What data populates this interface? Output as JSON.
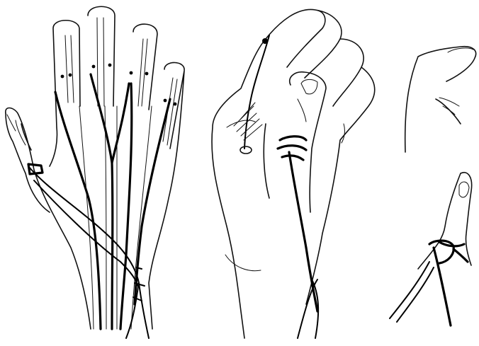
{
  "figure": {
    "panels": [
      {
        "id": "left",
        "subject": "dorsal-hand-tendon-transfer"
      },
      {
        "id": "middle",
        "subject": "hand-thumb-suture"
      },
      {
        "id": "right",
        "subject": "thumb-detail"
      }
    ],
    "ink_color": "#111111",
    "background": "#ffffff"
  }
}
